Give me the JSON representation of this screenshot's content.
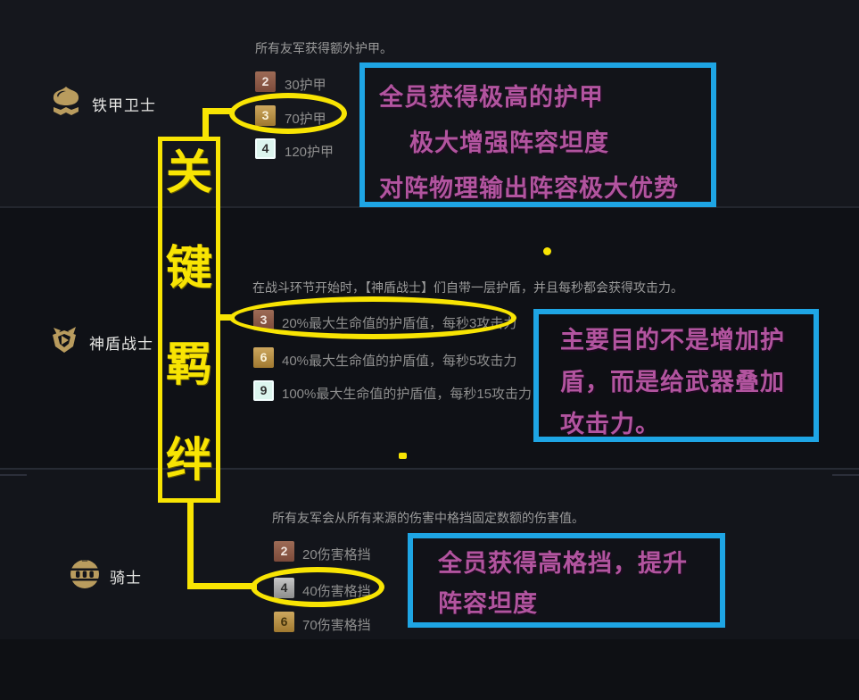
{
  "panel_title": "关键羁绊",
  "annotations": {
    "accent_yellow": "#f8e403",
    "accent_blue": "#1ea5e4",
    "accent_magenta": "#b2549f",
    "vertical_label": {
      "text": "关键羁绊",
      "chars": [
        "关",
        "键",
        "羁",
        "绊"
      ]
    },
    "notes": [
      {
        "lines": [
          "全员获得极高的护甲",
          "极大增强阵容坦度",
          "对阵物理输出阵容极大优势"
        ]
      },
      {
        "lines": [
          "主要目的不是增加护",
          "盾，而是给武器叠加",
          "攻击力。"
        ]
      },
      {
        "lines": [
          "全员获得高格挡，提升",
          "阵容坦度"
        ]
      }
    ]
  },
  "traits": [
    {
      "name": "铁甲卫士",
      "icon": "iron-guard-shield-icon",
      "description": "所有友军获得额外护甲。",
      "tiers": [
        {
          "count": "2",
          "effect": "30护甲",
          "tier_color": "bronze"
        },
        {
          "count": "3",
          "effect": "70护甲",
          "tier_color": "gold"
        },
        {
          "count": "4",
          "effect": "120护甲",
          "tier_color": "prismatic"
        }
      ],
      "highlighted_tier": "3"
    },
    {
      "name": "神盾战士",
      "icon": "divine-shield-icon",
      "description": "在战斗环节开始时，【神盾战士】们自带一层护盾，并且每秒都会获得攻击力。",
      "tiers": [
        {
          "count": "3",
          "effect": "20%最大生命值的护盾值，每秒3攻击力",
          "tier_color": "bronze"
        },
        {
          "count": "6",
          "effect": "40%最大生命值的护盾值，每秒5攻击力",
          "tier_color": "gold"
        },
        {
          "count": "9",
          "effect": "100%最大生命值的护盾值，每秒15攻击力",
          "tier_color": "prismatic"
        }
      ],
      "highlighted_tier": "3"
    },
    {
      "name": "骑士",
      "icon": "knight-helmet-icon",
      "description": "所有友军会从所有来源的伤害中格挡固定数额的伤害值。",
      "tiers": [
        {
          "count": "2",
          "effect": "20伤害格挡",
          "tier_color": "bronze"
        },
        {
          "count": "4",
          "effect": "40伤害格挡",
          "tier_color": "silver"
        },
        {
          "count": "6",
          "effect": "70伤害格挡",
          "tier_color": "gold"
        }
      ],
      "highlighted_tier": "4"
    }
  ]
}
